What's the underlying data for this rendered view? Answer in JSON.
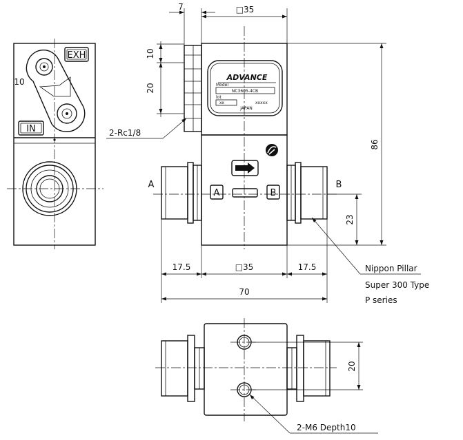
{
  "dimensions": {
    "d7": "7",
    "d35_top": "□35",
    "d10_left": "10",
    "d20_left": "20",
    "d86": "86",
    "d23": "23",
    "d17_5_left": "17.5",
    "d35_bottom": "□35",
    "d17_5_right": "17.5",
    "d70": "70",
    "d20_bottom": "20",
    "d10_side": "10"
  },
  "labels": {
    "port_a": "A",
    "port_b": "B",
    "box_a": "A",
    "box_b": "B",
    "exh": "EXH",
    "in": "IN",
    "thread": "2-Rc1/8",
    "mount": "2-M6 Depth10",
    "fitting_line1": "Nippon Pillar",
    "fitting_line2": "Super 300 Type",
    "fitting_line3": "P series"
  },
  "nameplate": {
    "brand": "ADVANCE",
    "model_label": "Model",
    "model": "NC3605-4CB",
    "lot_label": "lot",
    "lot_value": "xx",
    "serial": "xxxxx",
    "country": "JAPAN"
  }
}
